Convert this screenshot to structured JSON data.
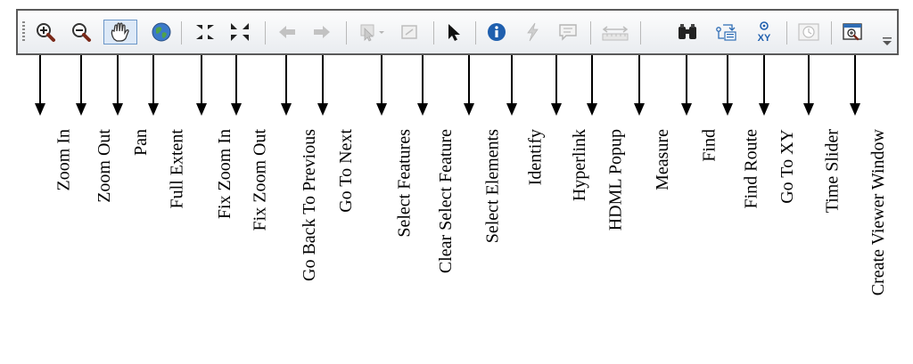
{
  "tools": [
    {
      "label": "Zoom In",
      "icon": "zoom-in-icon",
      "state": "normal"
    },
    {
      "label": "Zoom Out",
      "icon": "zoom-out-icon",
      "state": "normal"
    },
    {
      "label": "Pan",
      "icon": "hand-icon",
      "state": "active"
    },
    {
      "label": "Full Extent",
      "icon": "globe-icon",
      "state": "normal"
    },
    {
      "label": "Fix Zoom In",
      "icon": "fixed-zoom-in-icon",
      "state": "normal"
    },
    {
      "label": "Fix Zoom Out",
      "icon": "fixed-zoom-out-icon",
      "state": "normal"
    },
    {
      "label": "Go Back To Previous",
      "icon": "arrow-left-icon",
      "state": "disabled"
    },
    {
      "label": "Go To Next",
      "icon": "arrow-right-icon",
      "state": "disabled"
    },
    {
      "label": "Select Features",
      "icon": "select-features-icon",
      "state": "disabled"
    },
    {
      "label": "Clear Select Feature",
      "icon": "clear-selection-icon",
      "state": "disabled"
    },
    {
      "label": "Select Elements",
      "icon": "cursor-arrow-icon",
      "state": "normal"
    },
    {
      "label": "Identify",
      "icon": "info-icon",
      "state": "normal"
    },
    {
      "label": "Hyperlink",
      "icon": "lightning-icon",
      "state": "disabled"
    },
    {
      "label": "HDML Popup",
      "icon": "popup-icon",
      "state": "disabled"
    },
    {
      "label": "Measure",
      "icon": "ruler-icon",
      "state": "disabled"
    },
    {
      "label": "Find",
      "icon": "binoculars-icon",
      "state": "normal"
    },
    {
      "label": "Find Route",
      "icon": "route-icon",
      "state": "normal"
    },
    {
      "label": "Go To XY",
      "icon": "goto-xy-icon",
      "state": "normal"
    },
    {
      "label": "Time Slider",
      "icon": "clock-icon",
      "state": "disabled"
    },
    {
      "label": "Create Viewer Window",
      "icon": "viewer-window-icon",
      "state": "normal"
    }
  ],
  "colors": {
    "toolbar_border": "#5a5a5a",
    "active_border": "#6b96c8",
    "disabled_icon": "#b5b5b5",
    "info_blue": "#1f5fae",
    "arrow": "#000000"
  }
}
